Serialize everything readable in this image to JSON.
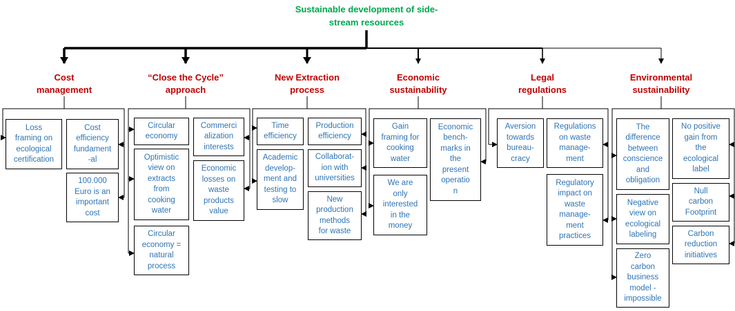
{
  "title": "Sustainable development of side-\nstream resources",
  "colors": {
    "title": "#00a651",
    "category": "#c00000",
    "item_text": "#2e74b5",
    "line": "#000000"
  },
  "categories": [
    {
      "label": "Cost\nmanagement",
      "items": [
        "Loss\nframing on\necological\ncertification",
        "Cost\nefficiency\nfundament\n-al",
        "100.000\nEuro is an\nimportant\ncost"
      ]
    },
    {
      "label": "“Close the Cycle”\napproach",
      "items": [
        "Circular\neconomy",
        "Optimistic\nview on\nextracts\nfrom\ncooking\nwater",
        "Circular\neconomy =\nnatural\nprocess",
        "Commerci\nalization\ninterests",
        "Economic\nlosses on\nwaste\nproducts\nvalue"
      ]
    },
    {
      "label": "New Extraction\nprocess",
      "items": [
        "Time\nefficiency",
        "Academic\ndevelop-\nment and\ntesting to\nslow",
        "Production\nefficiency",
        "Collaborat-\nion with\nuniversities",
        "New\nproduction\nmethods\nfor waste"
      ]
    },
    {
      "label": "Economic\nsustainability",
      "items": [
        "Gain\nframing for\ncooking\nwater",
        "We are\nonly\ninterested\nin the\nmoney",
        "Economic\nbench-\nmarks in\nthe\npresent\noperatio\nn"
      ]
    },
    {
      "label": "Legal\nregulations",
      "items": [
        "Aversion\ntowards\nbureau-\ncracy",
        "Regulations\non waste\nmanage-\nment",
        "Regulatory\nimpact on\nwaste\nmanage-\nment\npractices"
      ]
    },
    {
      "label": "Environmental\nsustainability",
      "items": [
        "The\ndifference\nbetween\nconscience\nand\nobligation",
        "Negative\nview on\necological\nlabeling",
        "Zero\ncarbon\nbusiness\nmodel -\nimpossible",
        "No positive\ngain from\nthe\necological\nlabel",
        "Null\ncarbon\nFootprint",
        "Carbon\nreduction\ninitiatives"
      ]
    }
  ]
}
